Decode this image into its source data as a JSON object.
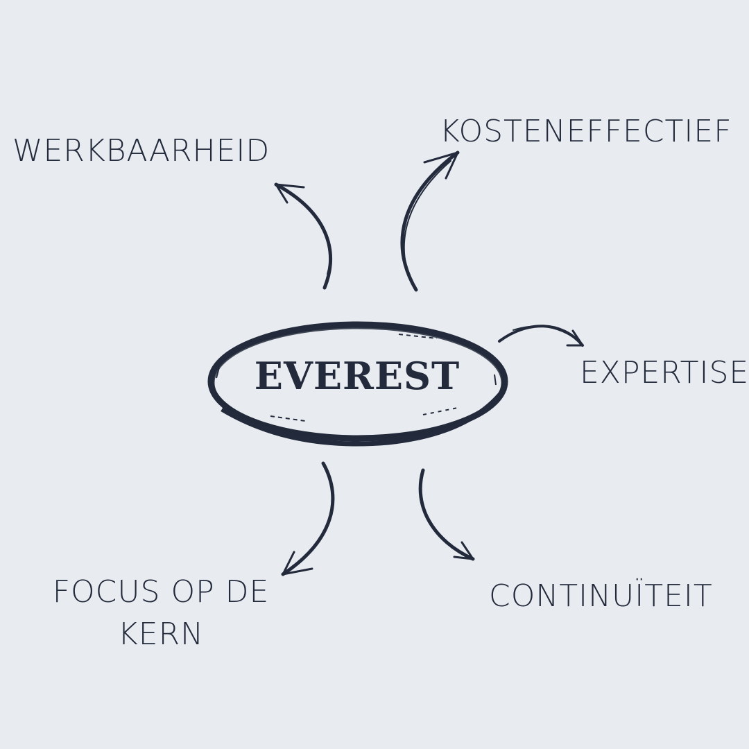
{
  "center": {
    "title": "EVEREST"
  },
  "branches": {
    "werkbaarheid": "WERKBAARHEID",
    "kosteneffectief": "KOSTENEFFECTIEF",
    "expertise": "EXPERTISE",
    "focus_line1": "FOCUS OP DE",
    "focus_line2": "KERN",
    "continuiteit": "CONTINUÏTEIT"
  },
  "colors": {
    "background": "#e8ebf0",
    "ink": "#222a3b"
  }
}
